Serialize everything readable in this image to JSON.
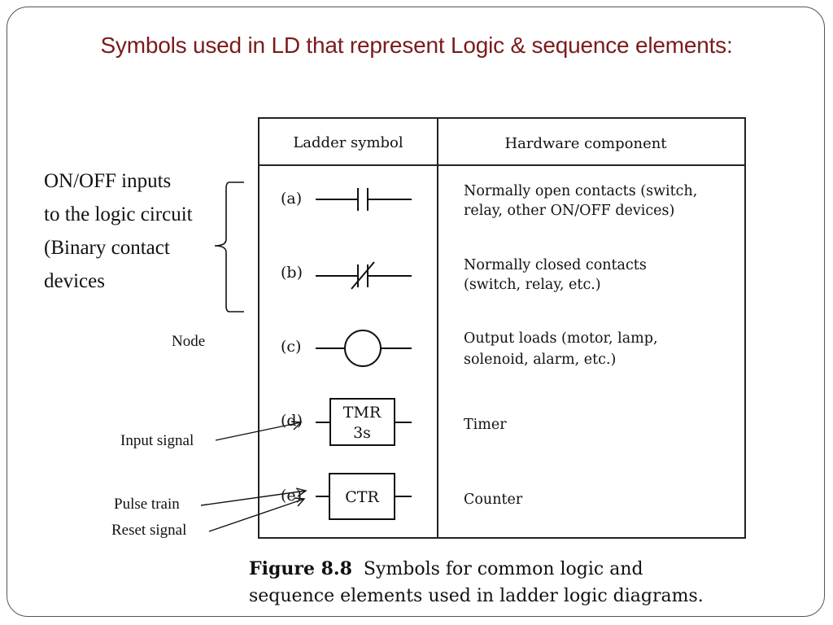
{
  "title": "Symbols used in LD that represent Logic & sequence elements:",
  "left_text": {
    "line1": "ON/OFF inputs",
    "line2": "to the logic circuit",
    "line3": "(Binary contact",
    "line4": "devices"
  },
  "annotations": {
    "node": "Node",
    "input_signal": "Input signal",
    "pulse_train": "Pulse train",
    "reset_signal": "Reset signal"
  },
  "table": {
    "headers": [
      "Ladder symbol",
      "Hardware component"
    ],
    "rows": [
      {
        "label": "(a)",
        "desc1": "Normally open contacts (switch,",
        "desc2": "relay, other ON/OFF devices)"
      },
      {
        "label": "(b)",
        "desc1": "Normally closed contacts",
        "desc2": "(switch, relay, etc.)"
      },
      {
        "label": "(c)",
        "desc1": "Output loads (motor, lamp,",
        "desc2": "solenoid, alarm, etc.)"
      },
      {
        "label": "(d)",
        "desc1": "Timer",
        "box1": "TMR",
        "box2": "3s"
      },
      {
        "label": "(e)",
        "desc1": "Counter",
        "box1": "CTR"
      }
    ]
  },
  "caption": {
    "figure": "Figure 8.8",
    "line1": "Symbols for common logic and",
    "line2": "sequence elements used in ladder logic diagrams."
  }
}
